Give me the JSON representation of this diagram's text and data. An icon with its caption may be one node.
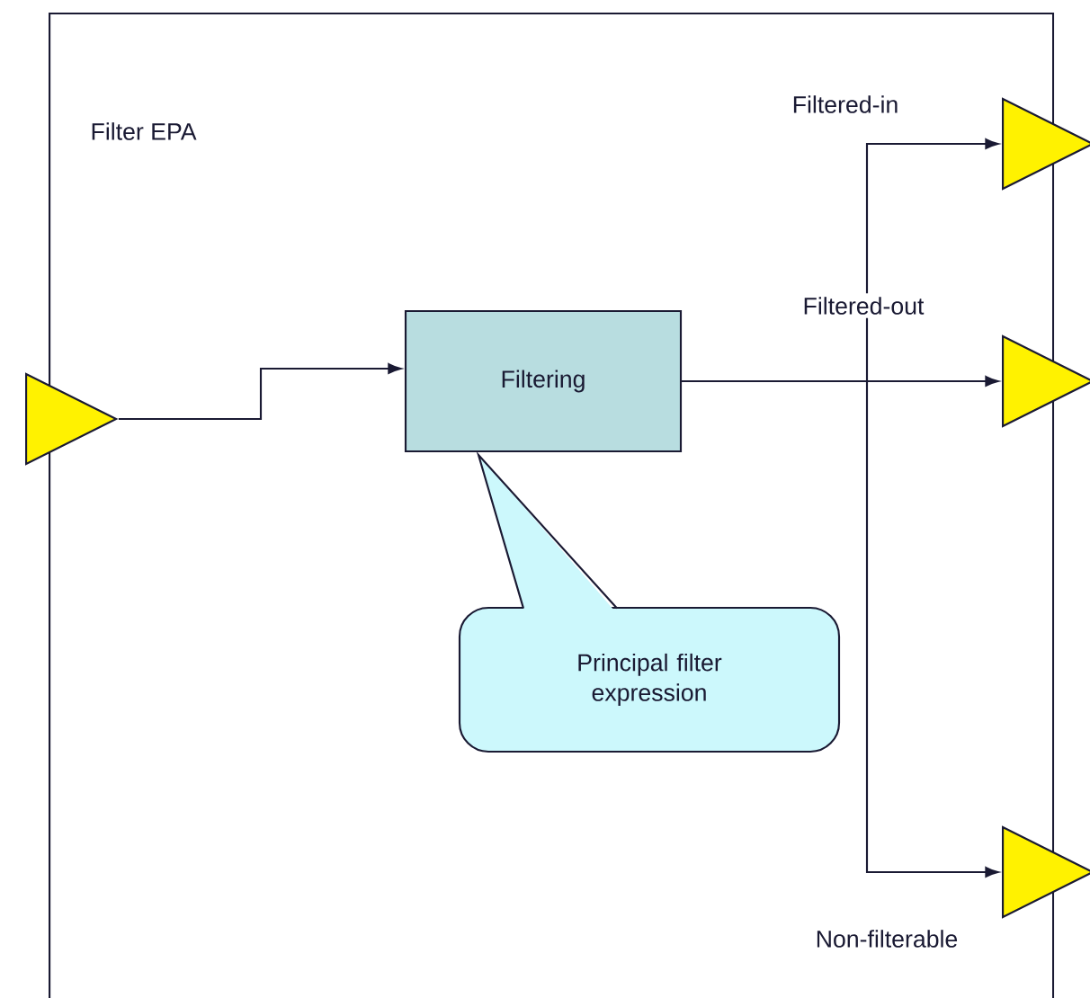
{
  "diagram": {
    "nodes": [
      {
        "text": [
          "Filter EPA"
        ]
      },
      {
        "text": [],
        "shape": "triangle",
        "in": 0
      },
      {
        "text": [
          "Filtering"
        ],
        "in": 0
      },
      {
        "text": [
          "Principal filter expression"
        ],
        "in": 0
      },
      {
        "text": [],
        "shape": "triangle"
      },
      {
        "text": [],
        "shape": "triangle"
      },
      {
        "text": [],
        "shape": "triangle"
      }
    ],
    "edges": [
      {
        "from": 1,
        "to": 2,
        "arrow": "to"
      },
      {
        "from": 2,
        "to": 4,
        "arrow": "to"
      },
      {
        "from": 2,
        "to": 5,
        "arrow": "to"
      },
      {
        "from": 2,
        "to": 6,
        "arrow": "to"
      }
    ],
    "labels": [
      "Filtered-in",
      "Filtered-out",
      "Non-filterable"
    ]
  }
}
